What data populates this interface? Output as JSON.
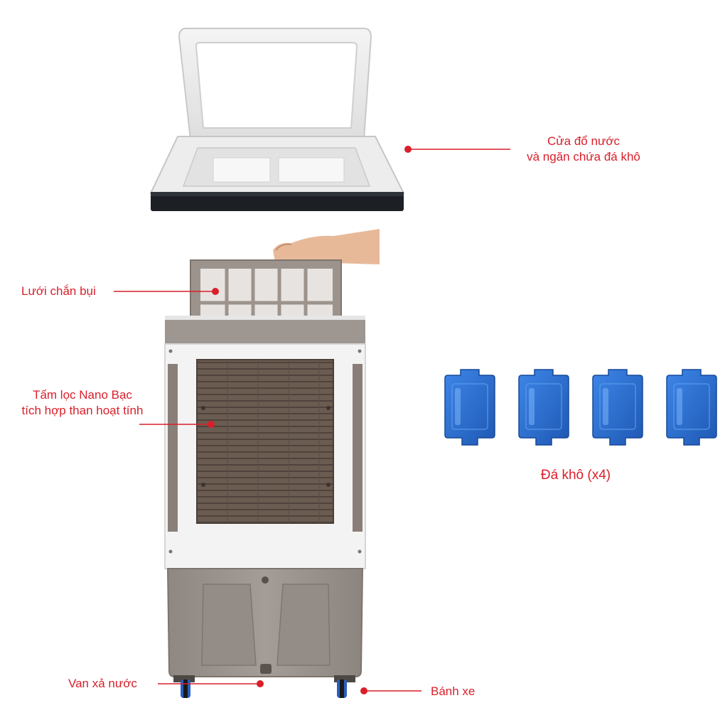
{
  "title": "",
  "colors": {
    "accent": "#d91f2a",
    "body_white": "#f3f3f3",
    "body_gray": "#9e9690",
    "filter_brown": "#6d5f55",
    "lid_white": "#f2f2f2",
    "lid_dark": "#1c1f24",
    "ice_blue": "#2c6fd1"
  },
  "callouts": {
    "lid": {
      "lines": [
        "Cửa đổ nước",
        "và ngăn chứa đá khô"
      ],
      "target": "water-inlet-lid"
    },
    "dust_net": {
      "lines": [
        "Lưới chắn bụi"
      ],
      "target": "dust-filter-net"
    },
    "nano_filter": {
      "lines": [
        "Tấm lọc Nano Bạc",
        "tích hợp than hoạt tính"
      ],
      "target": "nano-silver-filter"
    },
    "drain_valve": {
      "lines": [
        "Van xả nước"
      ],
      "target": "drain-valve"
    },
    "wheels": {
      "lines": [
        "Bánh xe"
      ],
      "target": "wheels"
    }
  },
  "ice_packs": {
    "count": 4,
    "caption": "Đá khô (x4)"
  }
}
